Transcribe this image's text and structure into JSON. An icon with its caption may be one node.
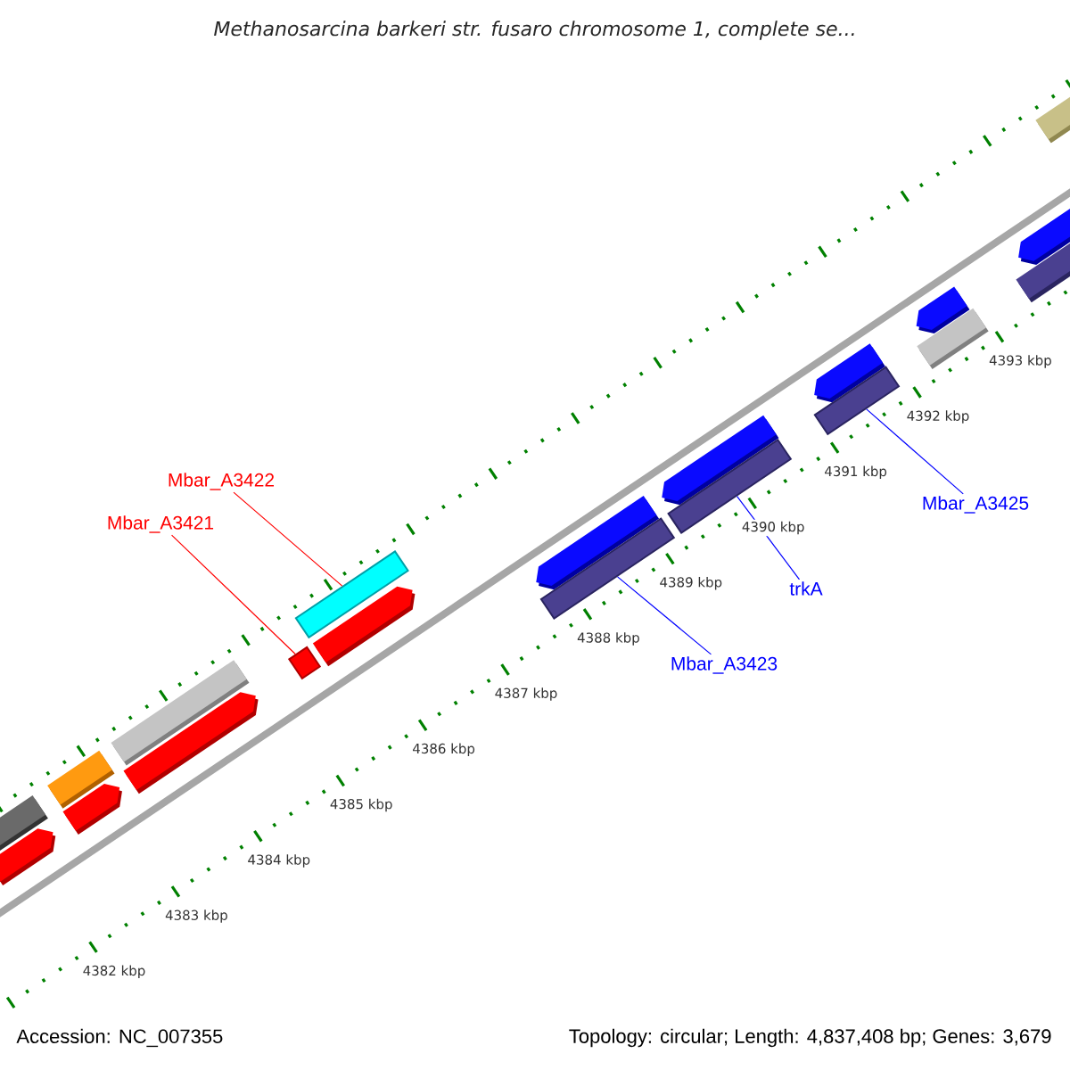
{
  "diagram": {
    "title": "Methanosarcina barkeri str. fusaro chromosome 1, complete se...",
    "nodes": [
      {
        "text": [
          "Mbar_A3422"
        ]
      },
      {
        "text": [
          "Mbar_A3421"
        ]
      },
      {
        "text": [
          "Mbar_A3423"
        ]
      },
      {
        "text": [
          "trkA"
        ]
      },
      {
        "text": [
          "Mbar_A3425"
        ]
      },
      {
        "text": [],
        "shape": "bar"
      },
      {
        "text": [],
        "shape": "bar"
      },
      {
        "text": [],
        "shape": "bar"
      },
      {
        "text": [],
        "shape": "bar"
      },
      {
        "text": [],
        "shape": "bar"
      }
    ],
    "edges": [
      {
        "from": 0,
        "to": 5,
        "arrow": "none",
        "color": "#ff0000"
      },
      {
        "from": 1,
        "to": 6,
        "arrow": "none",
        "color": "#ff0000"
      },
      {
        "from": 2,
        "to": 7,
        "arrow": "none"
      },
      {
        "from": 3,
        "to": 8,
        "arrow": "none"
      },
      {
        "from": 4,
        "to": 9,
        "arrow": "none"
      }
    ],
    "labels": [
      "4393 kbp",
      "4392 kbp",
      "4391 kbp",
      "4390 kbp",
      "4389 kbp",
      "4388 kbp",
      "4387 kbp",
      "4386 kbp",
      "4385 kbp",
      "4384 kbp",
      "4383 kbp",
      "4382 kbp",
      "Accession: NC_007355",
      "Topology: circular; Length: 4,837,408 bp; Genes: 3,679"
    ]
  }
}
